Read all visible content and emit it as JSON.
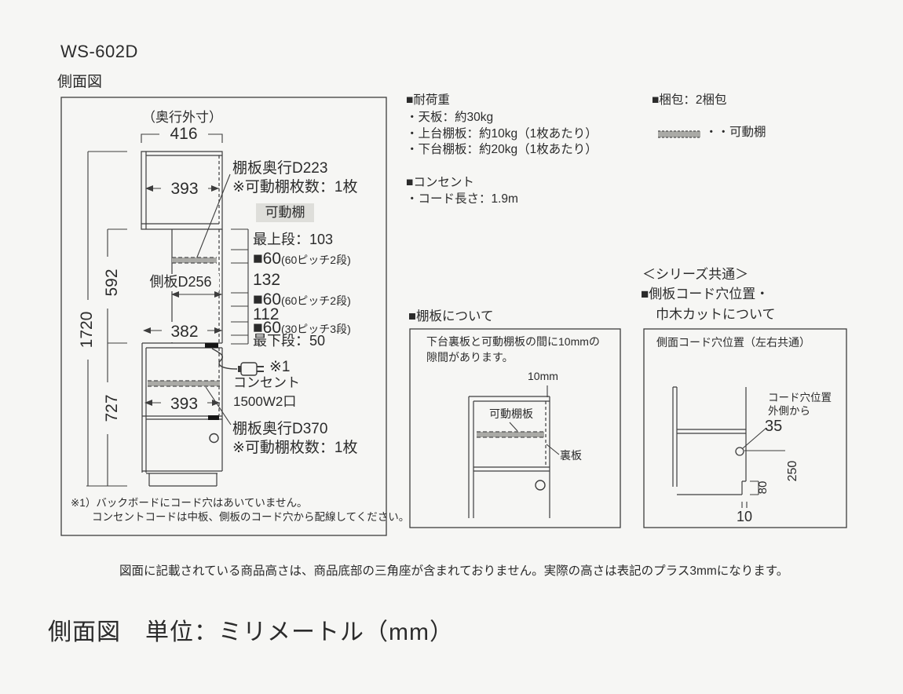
{
  "page": {
    "model": "WS-602D",
    "view_label": "側面図",
    "bottom_note": "図面に記載されている商品高さは、商品底部の三角座が含まれておりません。実際の高さは表記のプラス3mmになります。",
    "bottom_title": "側面図　単位：ミリメートル（mm）"
  },
  "specs": {
    "load_header": "■耐荷重",
    "load_items": [
      "・天板：約30kg",
      "・上台棚板：約10kg（1枚あたり）",
      "・下台棚板：約20kg（1枚あたり）"
    ],
    "outlet_header": "■コンセント",
    "outlet_item": "・コード長さ：1.9m",
    "package_header": "■梱包：2梱包",
    "legend_label": "・・可動棚"
  },
  "main_diagram": {
    "depth_label": "（奥行外寸）",
    "dim_416": "416",
    "dim_393_top": "393",
    "shelf_top_note1": "棚板奥行D223",
    "shelf_top_note2": "※可動棚枚数：1枚",
    "movable_shelf_chip": "可動棚",
    "pitch": [
      {
        "text": "最上段：103"
      },
      {
        "num": "■60",
        "suffix": "(60ピッチ2段)"
      },
      {
        "text": "132"
      },
      {
        "num": "■60",
        "suffix": "(60ピッチ2段)"
      },
      {
        "text": "112"
      },
      {
        "num": "■60",
        "suffix": "(30ピッチ3段)"
      },
      {
        "text": "最下段：50"
      }
    ],
    "side_panel_label": "側板D256",
    "dim_382": "382",
    "dim_592": "592",
    "dim_727": "727",
    "dim_1720": "1720",
    "ref1": "※1",
    "outlet_label1": "コンセント",
    "outlet_label2": "1500W2口",
    "dim_393_bottom": "393",
    "shelf_bottom_note1": "棚板奥行D370",
    "shelf_bottom_note2": "※可動棚枚数：1枚",
    "footnote1": "※1）バックボードにコード穴はあいていません。",
    "footnote2": "コンセントコードは中板、側板のコード穴から配線してください。"
  },
  "shelf_info": {
    "header": "■棚板について",
    "desc1": "下台裏板と可動棚板の間に10mmの",
    "desc2": "隙間があります。",
    "gap": "10mm",
    "movable_label": "可動棚板",
    "back_label": "裏板"
  },
  "series_info": {
    "header1": "＜シリーズ共通＞",
    "header2": "■側板コード穴位置・",
    "header3": "巾木カットについて",
    "box_title": "側面コード穴位置（左右共通）",
    "hole_note1": "コード穴位置",
    "hole_note2": "外側から",
    "dim_35": "35",
    "dim_250": "250",
    "dim_80": "80",
    "dim_10": "10"
  },
  "colors": {
    "background": "#f6f6f4",
    "line": "#3d3d3d",
    "text": "#2b2b2b",
    "shelf_bar_fill": "#aaaaa6",
    "chip_bg": "#dededa"
  }
}
